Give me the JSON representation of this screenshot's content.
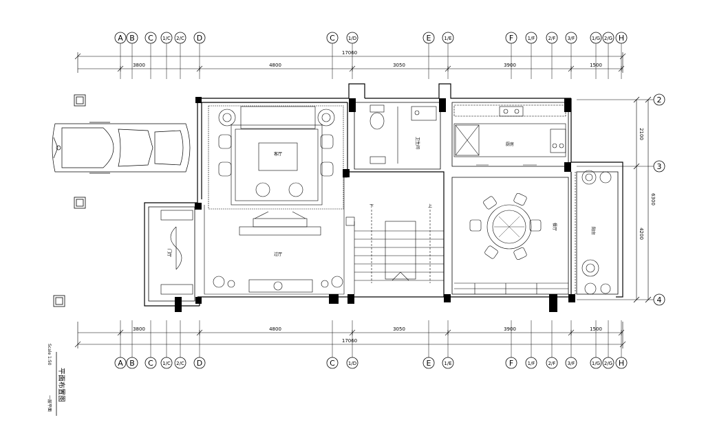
{
  "drawing": {
    "title": "平面布置图",
    "subtitle": "一层平面",
    "scale": "Scale 1:50"
  },
  "axes": {
    "top": [
      "A",
      "B",
      "C",
      "1/C",
      "2/C",
      "D",
      "C",
      "1/D",
      "E",
      "1/E",
      "F",
      "1/F",
      "2/F",
      "3/F",
      "1/G",
      "2/G",
      "H"
    ],
    "bottom": [
      "A",
      "B",
      "C",
      "1/C",
      "2/C",
      "D",
      "C",
      "1/D",
      "E",
      "1/E",
      "F",
      "1/F",
      "2/F",
      "3/F",
      "1/G",
      "2/G",
      "H"
    ],
    "right": [
      "2",
      "3",
      "4"
    ]
  },
  "dimensions": {
    "total": "17060",
    "segments": [
      "3800",
      "4800",
      "3050",
      "3900",
      "1500"
    ],
    "right_total": "6300",
    "right_segments": [
      "2100",
      "4200"
    ]
  },
  "rooms": {
    "living": "客厅",
    "hall": "过厅",
    "foyer": "门厅",
    "bathroom": "卫生间",
    "kitchen": "厨房",
    "dining": "餐厅",
    "balcony": "阳台"
  },
  "stairs": {
    "down": "下",
    "up": "上"
  }
}
